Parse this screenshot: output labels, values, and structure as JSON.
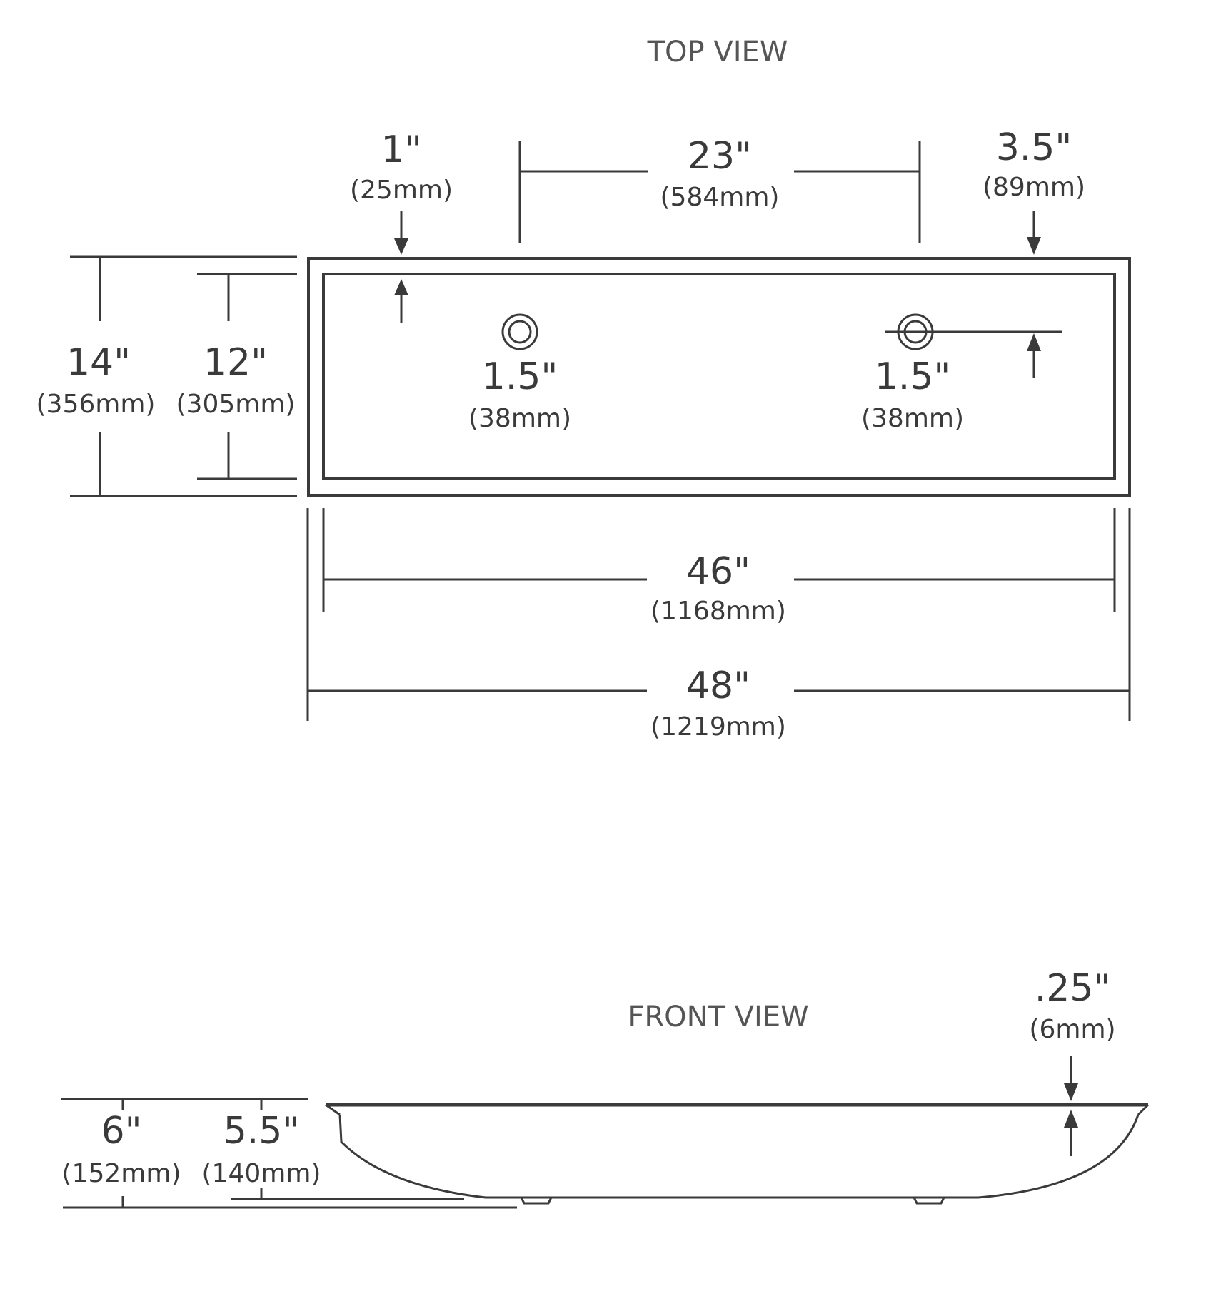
{
  "top_view": {
    "title": "TOP VIEW",
    "dims": {
      "edge_margin": {
        "inch": "1\"",
        "mm": "(25mm)"
      },
      "drain_spacing": {
        "inch": "23\"",
        "mm": "(584mm)"
      },
      "drain_offset": {
        "inch": "3.5\"",
        "mm": "(89mm)"
      },
      "outer_depth": {
        "inch": "14\"",
        "mm": "(356mm)"
      },
      "inner_depth": {
        "inch": "12\"",
        "mm": "(305mm)"
      },
      "left_drain": {
        "inch": "1.5\"",
        "mm": "(38mm)"
      },
      "right_drain": {
        "inch": "1.5\"",
        "mm": "(38mm)"
      },
      "inner_width": {
        "inch": "46\"",
        "mm": "(1168mm)"
      },
      "outer_width": {
        "inch": "48\"",
        "mm": "(1219mm)"
      }
    }
  },
  "front_view": {
    "title": "FRONT VIEW",
    "dims": {
      "flange_thickness": {
        "inch": ".25\"",
        "mm": "(6mm)"
      },
      "total_height": {
        "inch": "6\"",
        "mm": "(152mm)"
      },
      "bowl_height": {
        "inch": "5.5\"",
        "mm": "(140mm)"
      }
    }
  }
}
